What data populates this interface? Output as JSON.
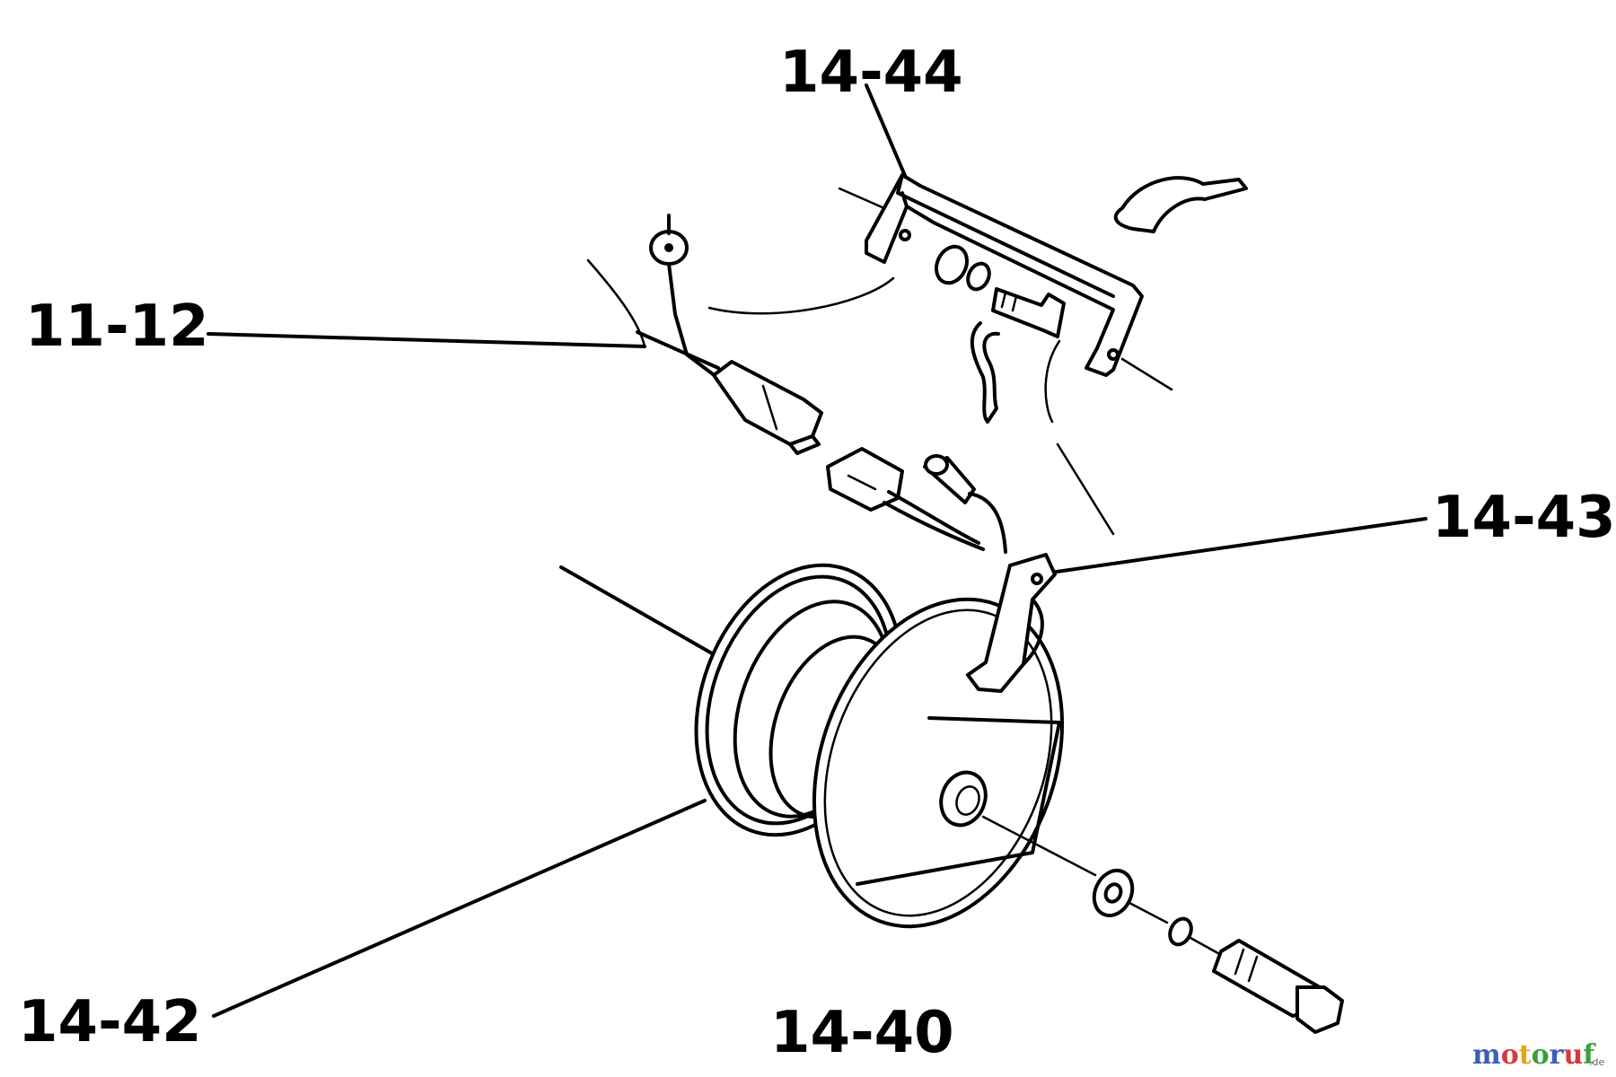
{
  "labels": {
    "part_14_44": "14-44",
    "part_11_12": "11-12",
    "part_14_43": "14-43",
    "part_14_42": "14-42",
    "part_14_40": "14-40"
  },
  "watermark": {
    "letters": [
      "m",
      "o",
      "t",
      "o",
      "r",
      "u",
      "f"
    ],
    "letter_colors": [
      "#3b5fb5",
      "#d63a3a",
      "#e8a21b",
      "#3b9e3b",
      "#3b5fb5",
      "#d63a3a",
      "#3b9e3b"
    ],
    "suffix": ".de"
  },
  "colors": {
    "ink": "#000000",
    "background": "#ffffff"
  }
}
